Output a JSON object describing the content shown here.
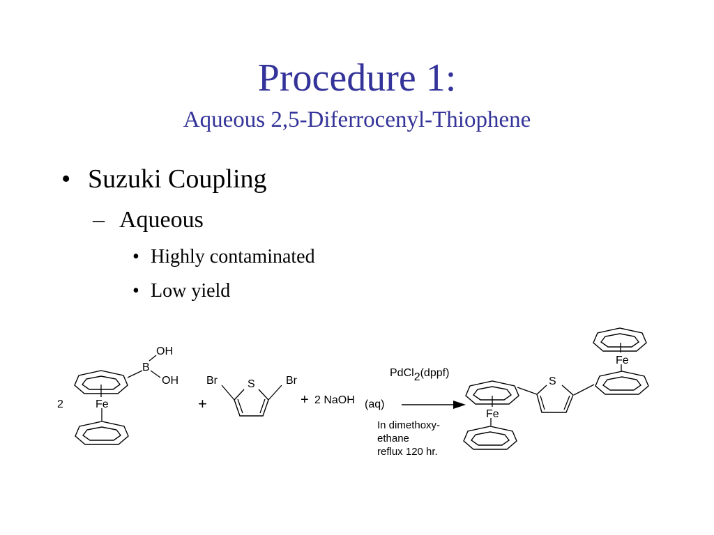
{
  "slide": {
    "title": "Procedure 1:",
    "subtitle": "Aqueous 2,5-Diferrocenyl-Thiophene"
  },
  "bullets": {
    "level1_marker": "•",
    "level1_text": "Suzuki Coupling",
    "level2_marker": "–",
    "level2_text": "Aqueous",
    "level3_marker": "•",
    "level3_items": [
      "Highly contaminated",
      "Low yield"
    ]
  },
  "scheme": {
    "reactant1": {
      "coefficient": "2",
      "metal": "Fe",
      "boron": "B",
      "oh_top": "OH",
      "oh_bottom": "OH"
    },
    "plus1": "+",
    "reactant2": {
      "br_left": "Br",
      "br_right": "Br",
      "sulfur": "S"
    },
    "plus2": "+",
    "reagent": {
      "text": "2 NaOH",
      "state": "(aq)"
    },
    "catalyst": {
      "prefix": "PdCl",
      "subscript": "2",
      "ligand": "(dppf)"
    },
    "conditions": [
      "In dimethoxy-",
      "ethane",
      "reflux 120 hr."
    ],
    "product": {
      "sulfur": "S",
      "fe_top": "Fe",
      "fe_bottom": "Fe"
    }
  }
}
